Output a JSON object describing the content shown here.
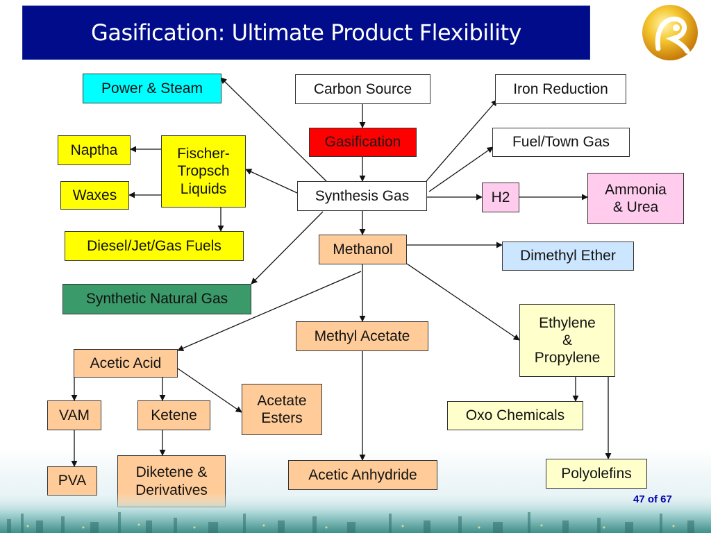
{
  "slide": {
    "title": "Gasification: Ultimate Product Flexibility",
    "page_number": "47 of 67"
  },
  "diagram": {
    "nodes": {
      "power_steam": "Power & Steam",
      "carbon_source": "Carbon Source",
      "iron_reduction": "Iron Reduction",
      "gasification": "Gasification",
      "fuel_town_gas": "Fuel/Town Gas",
      "naptha": "Naptha",
      "fischer_tropsch": "Fischer-\nTropsch\nLiquids",
      "waxes": "Waxes",
      "synthesis_gas": "Synthesis Gas",
      "h2": "H2",
      "ammonia_urea": "Ammonia\n& Urea",
      "diesel_jet": "Diesel/Jet/Gas Fuels",
      "methanol": "Methanol",
      "dimethyl_ether": "Dimethyl Ether",
      "synthetic_natural_gas": "Synthetic Natural Gas",
      "methyl_acetate": "Methyl Acetate",
      "ethylene_propylene": "Ethylene\n&\nPropylene",
      "acetic_acid": "Acetic Acid",
      "acetate_esters": "Acetate\nEsters",
      "vam": "VAM",
      "ketene": "Ketene",
      "oxo_chemicals": "Oxo Chemicals",
      "pva": "PVA",
      "diketene": "Diketene &\nDerivatives",
      "acetic_anhydride": "Acetic Anhydride",
      "polyolefins": "Polyolefins"
    },
    "colors": {
      "title_bar": "#000c8a",
      "cyan": "#00ffff",
      "yellow": "#ffff00",
      "red": "#ff0000",
      "pink": "#ffccee",
      "peach": "#ffcc99",
      "light_blue": "#cce6ff",
      "light_yellow": "#ffffcc",
      "green": "#3a9a6a"
    },
    "edges": [
      [
        "carbon_source",
        "gasification"
      ],
      [
        "gasification",
        "synthesis_gas"
      ],
      [
        "synthesis_gas",
        "power_steam"
      ],
      [
        "synthesis_gas",
        "fischer_tropsch"
      ],
      [
        "synthesis_gas",
        "iron_reduction"
      ],
      [
        "synthesis_gas",
        "fuel_town_gas"
      ],
      [
        "synthesis_gas",
        "h2"
      ],
      [
        "h2",
        "ammonia_urea"
      ],
      [
        "synthesis_gas",
        "methanol"
      ],
      [
        "synthesis_gas",
        "synthetic_natural_gas"
      ],
      [
        "fischer_tropsch",
        "naptha"
      ],
      [
        "fischer_tropsch",
        "waxes"
      ],
      [
        "fischer_tropsch",
        "diesel_jet"
      ],
      [
        "methanol",
        "dimethyl_ether"
      ],
      [
        "methanol",
        "methyl_acetate"
      ],
      [
        "methanol",
        "ethylene_propylene"
      ],
      [
        "methanol",
        "acetic_acid"
      ],
      [
        "methyl_acetate",
        "acetic_anhydride"
      ],
      [
        "acetic_acid",
        "vam"
      ],
      [
        "acetic_acid",
        "ketene"
      ],
      [
        "acetic_acid",
        "acetate_esters"
      ],
      [
        "vam",
        "pva"
      ],
      [
        "ketene",
        "diketene"
      ],
      [
        "ethylene_propylene",
        "oxo_chemicals"
      ],
      [
        "ethylene_propylene",
        "polyolefins"
      ]
    ]
  }
}
